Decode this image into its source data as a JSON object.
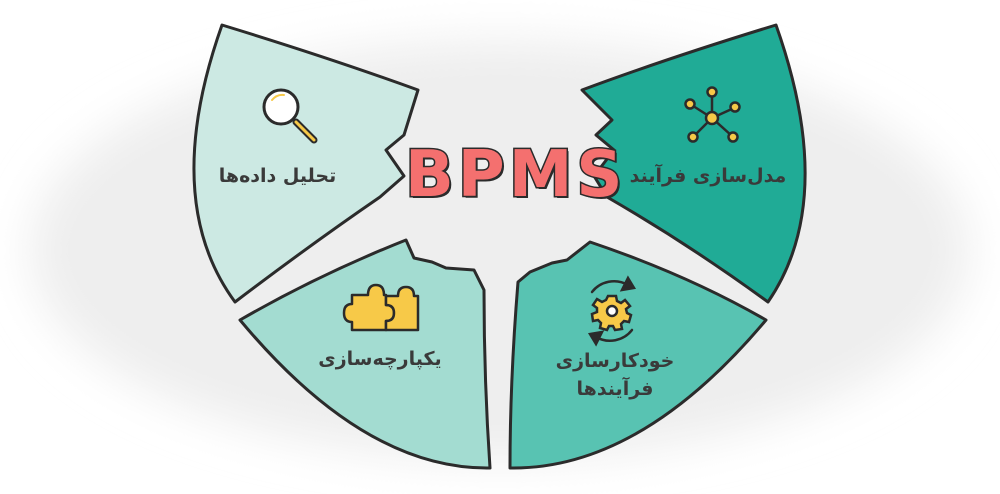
{
  "center_title": "BPMS",
  "segments": {
    "data_analysis": {
      "label": "تحلیل داده‌ها",
      "icon": "magnifier-icon"
    },
    "process_modeling": {
      "label": "مدل‌سازی فرآیند",
      "icon": "network-icon"
    },
    "integration": {
      "label": "یکپارچه‌سازی",
      "icon": "puzzle-icon"
    },
    "process_automation": {
      "label_line1": "خودکارسازی",
      "label_line2": "فرآیندها",
      "icon": "gear-cycle-icon"
    }
  },
  "colors": {
    "data_analysis": "#cce9e3",
    "process_modeling": "#20ab96",
    "integration": "#a3dcd1",
    "process_automation": "#58c3b2",
    "title_fill": "#f4706f",
    "outline": "#2b2b2b",
    "icon_yellow": "#f7c948"
  }
}
